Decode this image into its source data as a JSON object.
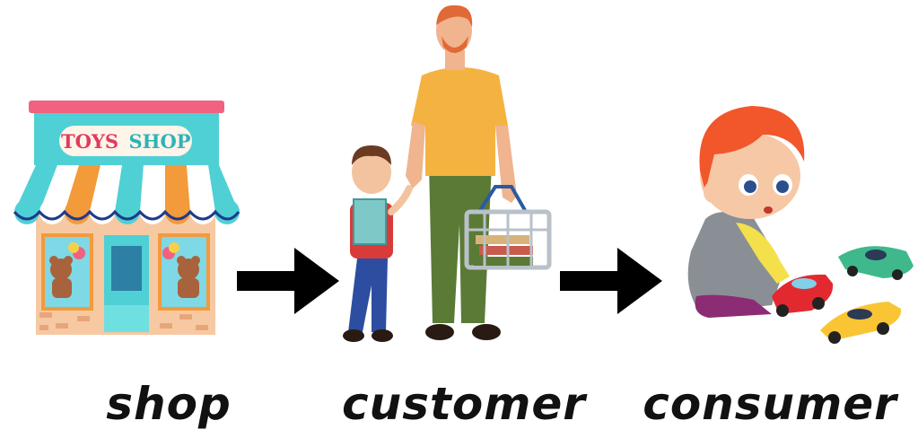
{
  "shop": {
    "sign_word1": "TOYS",
    "sign_word2": "SHOP",
    "label": "shop"
  },
  "customer": {
    "label": "customer"
  },
  "consumer": {
    "label": "consumer"
  },
  "colors": {
    "awning_teal": "#4fd0d5",
    "awning_orange": "#f39a3b",
    "roof_pink": "#f0627f",
    "arrow": "#000000",
    "shirt_yellow": "#f4b340",
    "pants_green": "#5a7a36",
    "boy_hair": "#f2562b",
    "car_red": "#e32930",
    "car_yellow": "#f9c534",
    "car_green": "#3fb88c"
  }
}
